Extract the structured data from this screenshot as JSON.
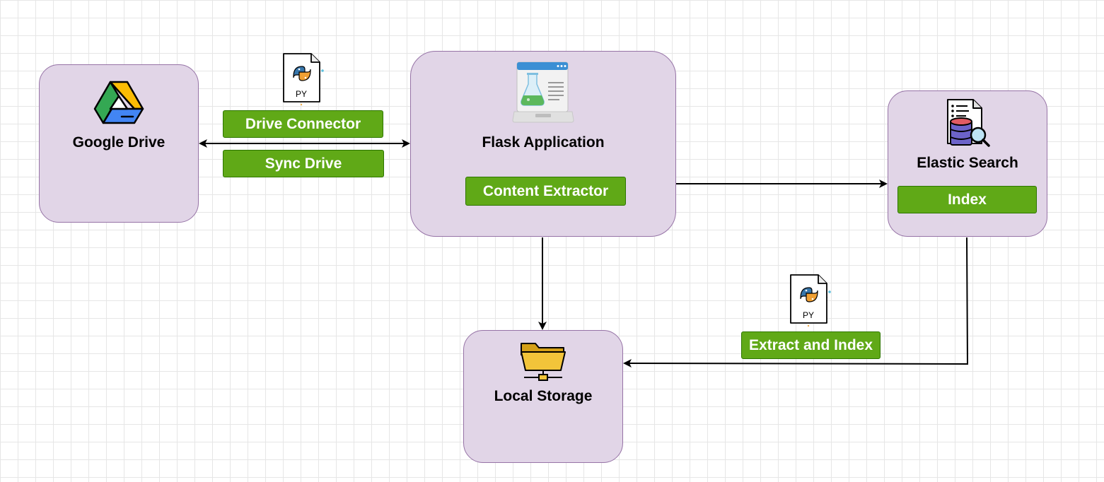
{
  "nodes": {
    "google_drive": "Google Drive",
    "flask_app": "Flask Application",
    "elastic_search": "Elastic Search",
    "local_storage": "Local Storage"
  },
  "tags": {
    "drive_connector": "Drive Connector",
    "sync_drive": "Sync Drive",
    "content_extractor": "Content Extractor",
    "index": "Index",
    "extract_and_index": "Extract and Index"
  },
  "icons": {
    "python_file_label": "PY",
    "google_drive": "google-drive-icon",
    "flask": "flask-app-icon",
    "elastic": "database-search-icon",
    "folder": "network-folder-icon"
  },
  "colors": {
    "node_fill": "#e1d5e7",
    "node_border": "#9673a6",
    "tag_fill": "#60a917",
    "tag_border": "#2d7600",
    "edge": "#000000"
  }
}
